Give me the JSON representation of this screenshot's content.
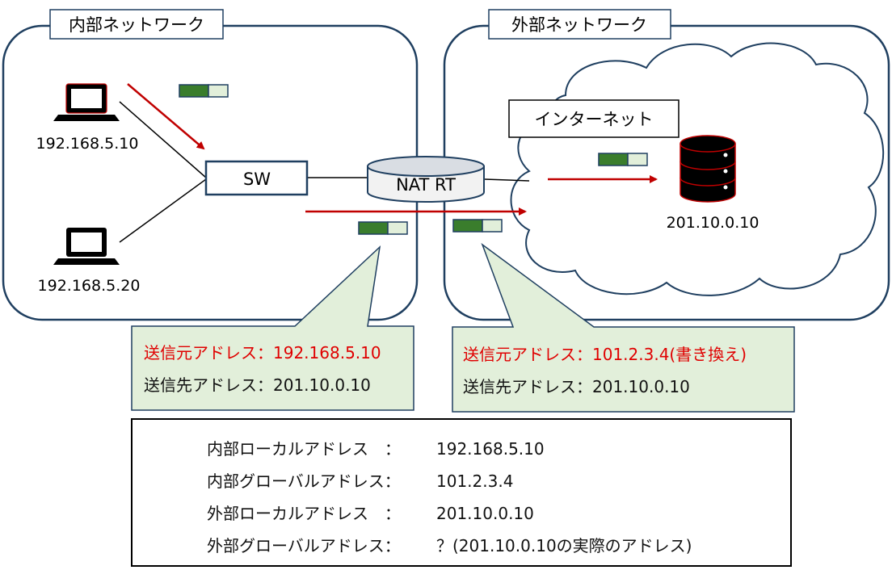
{
  "colors": {
    "network_border": "#1f3f60",
    "arrow": "#c00000",
    "callout_fill": "#e2efda",
    "packet_fill": "#3a7d2c",
    "packet_light": "#e2efda",
    "highlight_text": "#e00000"
  },
  "internal_network": {
    "label": "内部ネットワーク"
  },
  "external_network": {
    "label": "外部ネットワーク"
  },
  "pc1": {
    "icon": "laptop-icon",
    "address": "192.168.5.10"
  },
  "pc2": {
    "icon": "laptop-icon",
    "address": "192.168.5.20"
  },
  "switch": {
    "label": "SW"
  },
  "router": {
    "label": "NAT RT"
  },
  "internet": {
    "label": "インターネット"
  },
  "server": {
    "icon": "database-server-icon",
    "address": "201.10.0.10"
  },
  "callout_left": {
    "src_label": "送信元アドレス：",
    "src_value": "192.168.5.10",
    "dst_label": "送信先アドレス：",
    "dst_value": "201.10.0.10"
  },
  "callout_right": {
    "src_label": "送信元アドレス：",
    "src_value": "101.2.3.4(書き換え)",
    "dst_label": "送信先アドレス：",
    "dst_value": "201.10.0.10"
  },
  "address_table": [
    {
      "label": "内部ローカルアドレス　：",
      "value": "192.168.5.10"
    },
    {
      "label": "内部グローバルアドレス：",
      "value": "101.2.3.4"
    },
    {
      "label": "外部ローカルアドレス　：",
      "value": "201.10.0.10"
    },
    {
      "label": "外部グローバルアドレス：",
      "value": "？(201.10.0.10の実際のアドレス)"
    }
  ]
}
